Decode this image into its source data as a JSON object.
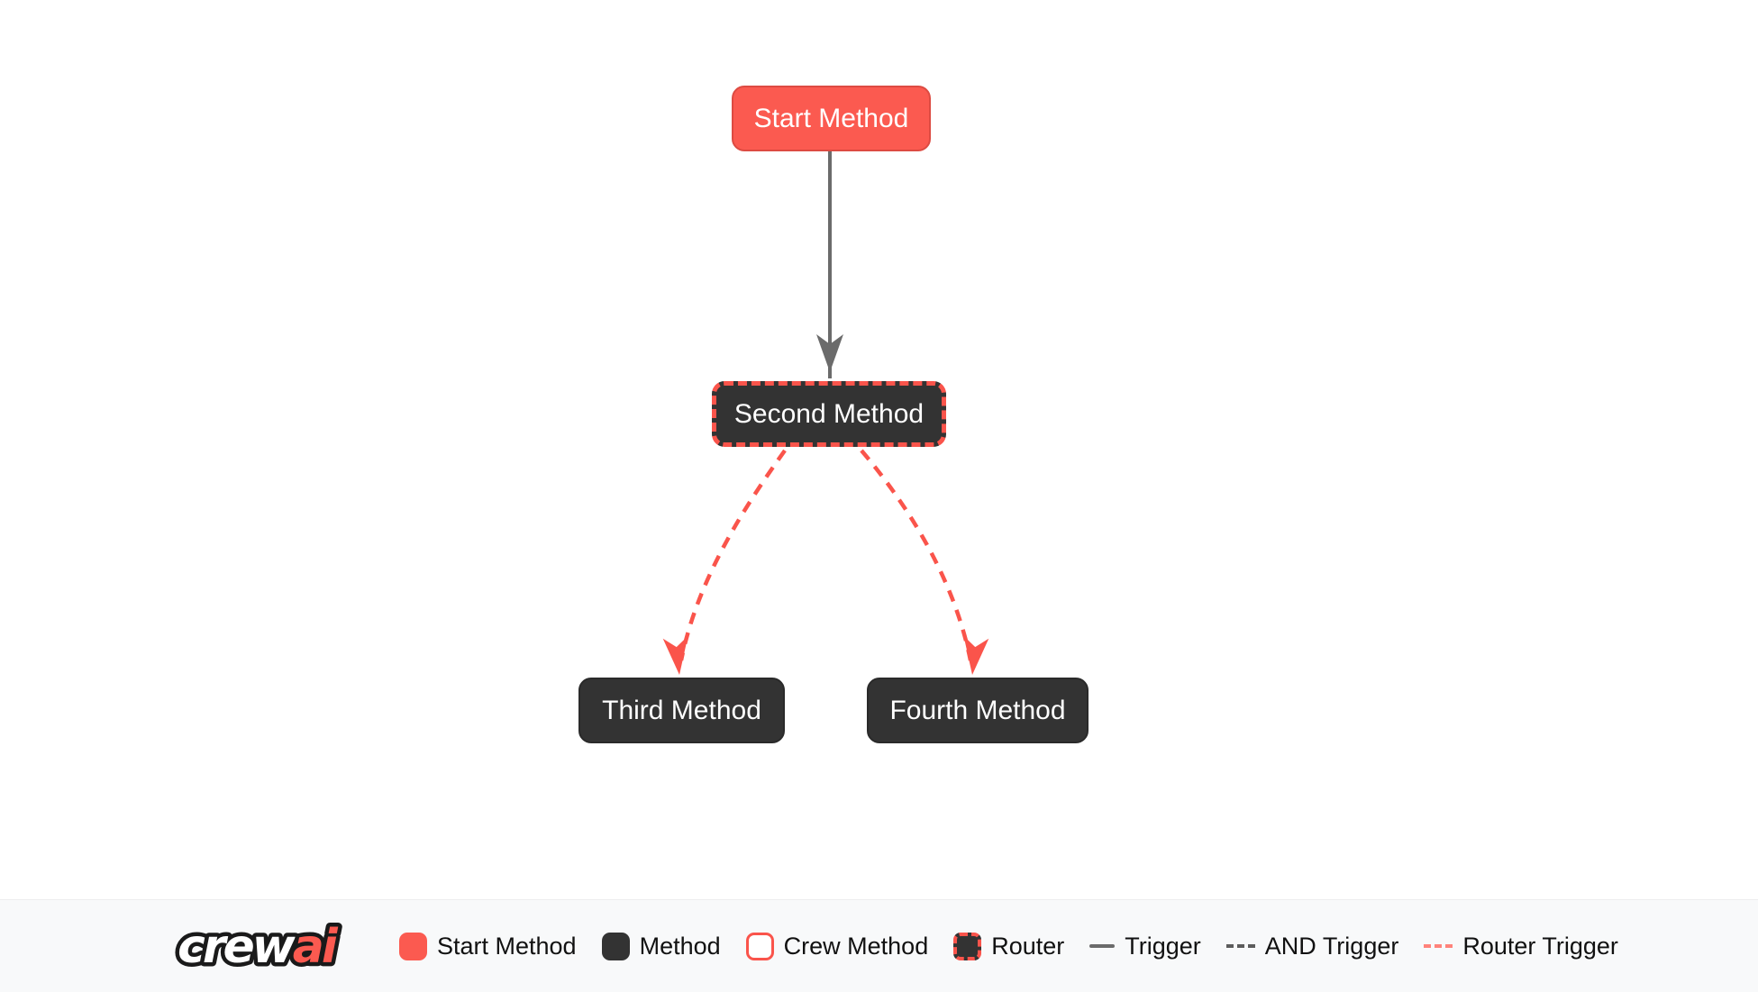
{
  "diagram": {
    "nodes": [
      {
        "id": "start",
        "label": "Start Method",
        "type": "start-method"
      },
      {
        "id": "second",
        "label": "Second Method",
        "type": "router"
      },
      {
        "id": "third",
        "label": "Third Method",
        "type": "method"
      },
      {
        "id": "fourth",
        "label": "Fourth Method",
        "type": "method"
      }
    ],
    "edges": [
      {
        "from": "start",
        "to": "second",
        "type": "trigger"
      },
      {
        "from": "second",
        "to": "third",
        "type": "router-trigger"
      },
      {
        "from": "second",
        "to": "fourth",
        "type": "router-trigger"
      }
    ]
  },
  "legend": {
    "logo": {
      "text_white": "crew",
      "text_red": "ai"
    },
    "items": [
      {
        "label": "Start Method",
        "swatch": "start-method-swatch"
      },
      {
        "label": "Method",
        "swatch": "method-swatch"
      },
      {
        "label": "Crew Method",
        "swatch": "crew-method-swatch"
      },
      {
        "label": "Router",
        "swatch": "router-swatch"
      },
      {
        "label": "Trigger",
        "swatch": "trigger-line"
      },
      {
        "label": "AND Trigger",
        "swatch": "and-trigger-line"
      },
      {
        "label": "Router Trigger",
        "swatch": "router-trigger-line"
      }
    ]
  },
  "colors": {
    "start_fill": "#FB5A50",
    "start_border": "#DD4B42",
    "method_fill": "#333333",
    "router_dash_border": "#FA544B",
    "trigger_edge": "#6B6B6B",
    "and_trigger_line": "#5C5C5C",
    "router_trigger_edge": "#FA544B",
    "router_trigger_legend_line": "#FF837B",
    "legend_background": "#F8F9FA",
    "canvas_background": "#FFFFFF",
    "node_text": "#FFFFFF",
    "legend_text": "#111111"
  }
}
